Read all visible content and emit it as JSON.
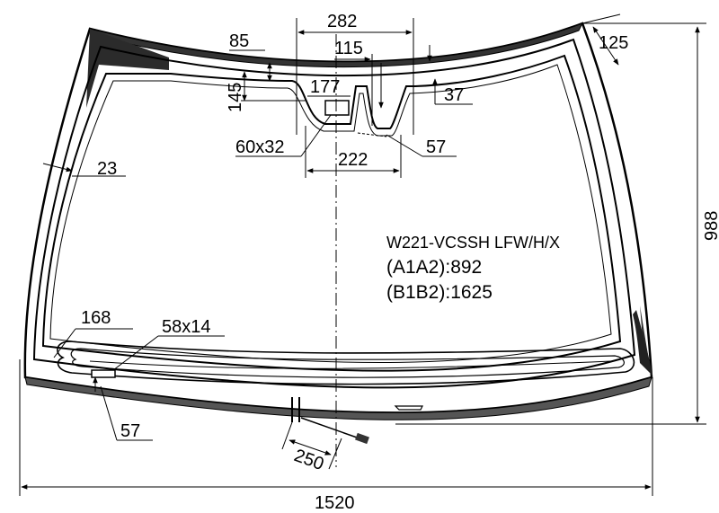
{
  "diagram": {
    "model_code": "W221-VCSSH LFW/H/X",
    "spec_a": "(A1A2):892",
    "spec_b": "(B1B2):1625",
    "dimensions": {
      "top_width": "282",
      "left_notch": "85",
      "sensor_width": "115",
      "corner": "125",
      "notch_height": "145",
      "box_label": "177",
      "right_offset": "37",
      "box_size": "60x32",
      "mid_width": "222",
      "bracket": "57",
      "side_border": "23",
      "height_total": "988",
      "bottom_left": "168",
      "bottom_box": "58x14",
      "bottom_offset": "57",
      "connector": "250",
      "total_width": "1520"
    }
  }
}
